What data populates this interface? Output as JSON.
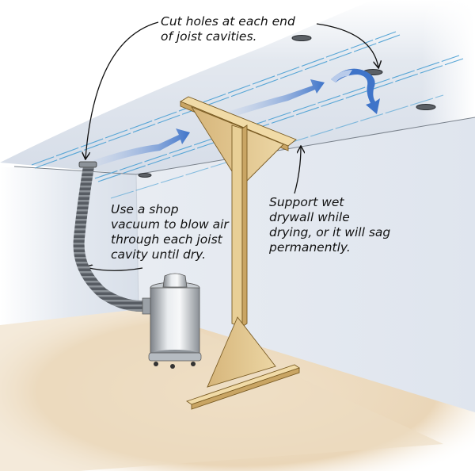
{
  "figure": {
    "title": "Drying a wet ceiling",
    "colors": {
      "ceiling": "#dde3ec",
      "wall": "#e6ebf2",
      "floor": "#ecd9bd",
      "lumber": "#e2c58a",
      "airflow": "#3f74c9",
      "joist_line": "#58a6d6"
    }
  },
  "callouts": {
    "holes": "Cut holes at each end\nof joist cavities.",
    "vacuum": "Use a shop\nvacuum to blow air\nthrough each joist\ncavity until dry.",
    "support": "Support wet\ndrywall while\ndrying, or it will sag\npermanently."
  },
  "icons": {
    "shop_vacuum": "shop-vacuum-icon",
    "hose": "hose-icon",
    "t_brace": "t-brace-icon",
    "airflow_arrow": "airflow-arrow-icon",
    "ceiling_hole": "ceiling-hole-icon"
  }
}
